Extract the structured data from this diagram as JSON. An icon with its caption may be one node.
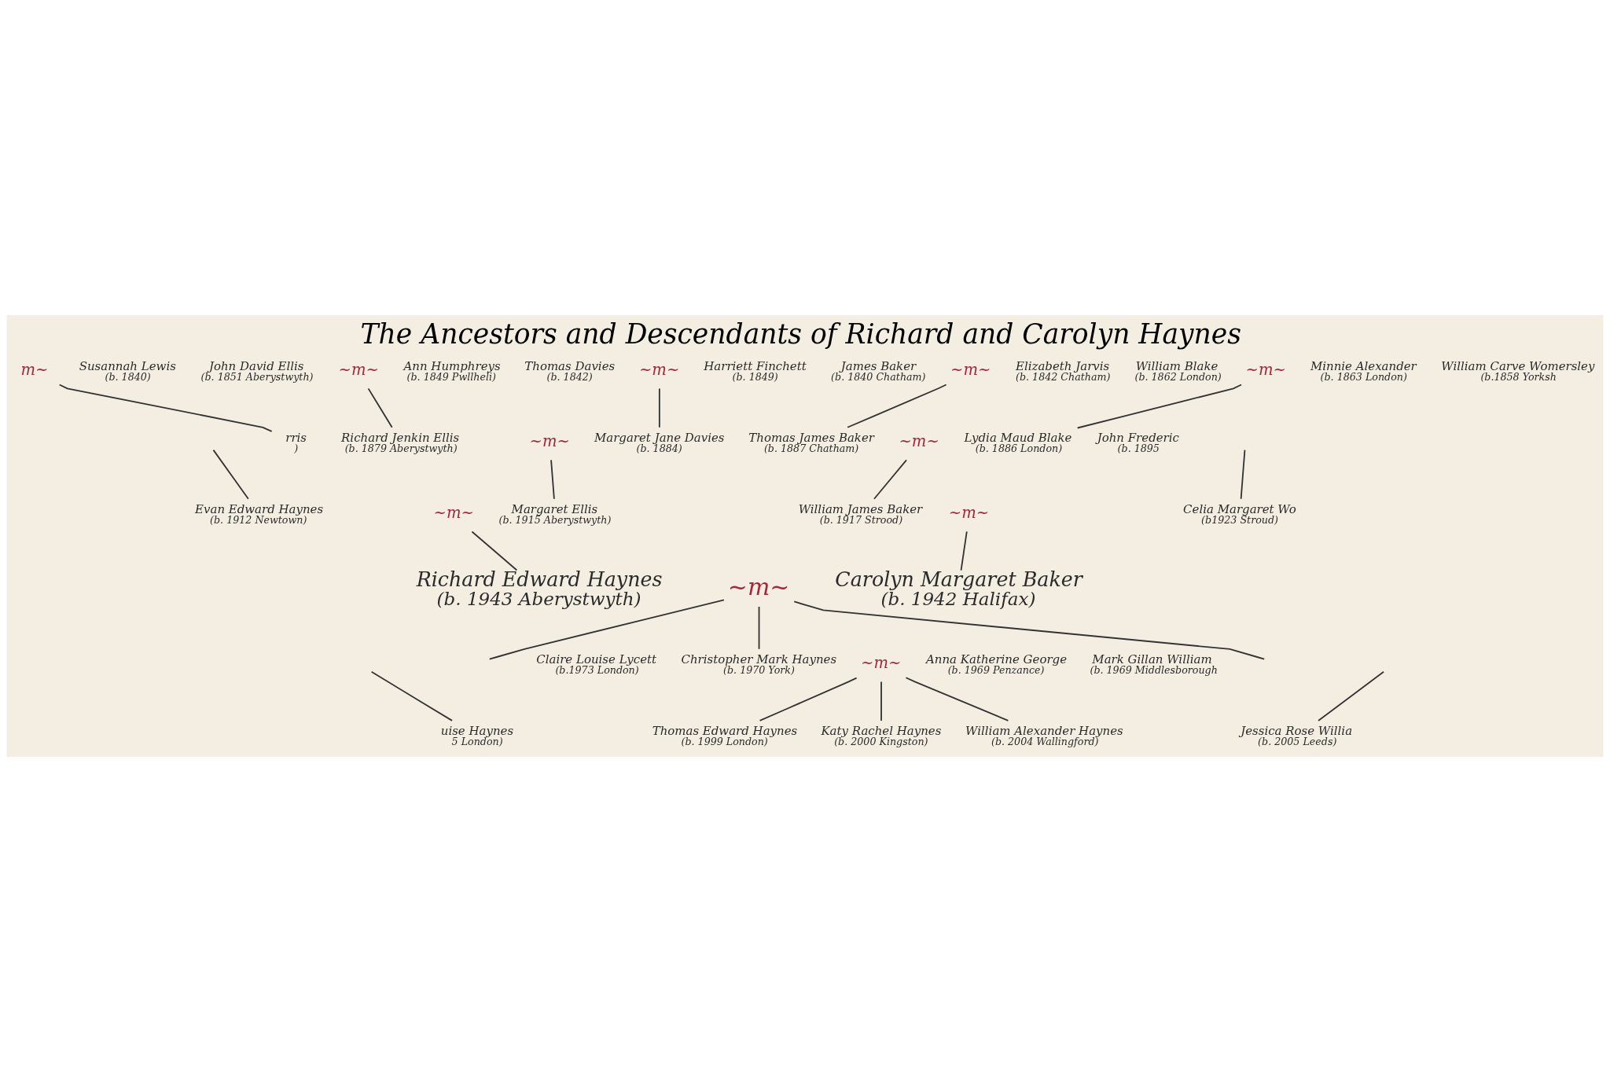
{
  "diagram": {
    "title": "The Ancestors and Descendants of Richard and Carolyn Haynes",
    "nodes": [
      {
        "text": [
          "m~"
        ]
      },
      {
        "text": [
          "Susannah Lewis",
          "(b. 1840)"
        ]
      },
      {
        "text": [
          "John David Ellis",
          "(b. 1851 Aberystwyth)"
        ]
      },
      {
        "text": [
          "~m~"
        ]
      },
      {
        "text": [
          "Ann Humphreys",
          "(b. 1849 Pwllheli)"
        ]
      },
      {
        "text": [
          "Thomas Davies",
          "(b. 1842)"
        ]
      },
      {
        "text": [
          "~m~"
        ]
      },
      {
        "text": [
          "Harriett Finchett",
          "(b. 1849)"
        ]
      },
      {
        "text": [
          "James Baker",
          "(b. 1840 Chatham)"
        ]
      },
      {
        "text": [
          "~m~"
        ]
      },
      {
        "text": [
          "Elizabeth Jarvis",
          "(b. 1842 Chatham)"
        ]
      },
      {
        "text": [
          "William Blake",
          "(b. 1862 London)"
        ]
      },
      {
        "text": [
          "~m~"
        ]
      },
      {
        "text": [
          "Minnie Alexander",
          "(b. 1863 London)"
        ]
      },
      {
        "text": [
          "William Carve Womersley",
          "(b.1858 Yorksh"
        ]
      },
      {
        "text": [
          "rris",
          ")"
        ]
      },
      {
        "text": [
          "Richard Jenkin Ellis",
          "(b. 1879 Aberystwyth)"
        ]
      },
      {
        "text": [
          "~m~"
        ]
      },
      {
        "text": [
          "Margaret Jane Davies",
          "(b. 1884)"
        ]
      },
      {
        "text": [
          "Thomas James Baker",
          "(b. 1887 Chatham)"
        ]
      },
      {
        "text": [
          "~m~"
        ]
      },
      {
        "text": [
          "Lydia Maud Blake",
          "(b. 1886 London)"
        ]
      },
      {
        "text": [
          "John Frederic",
          "(b. 1895"
        ]
      },
      {
        "text": [
          "Evan Edward Haynes",
          "(b. 1912 Newtown)"
        ]
      },
      {
        "text": [
          "~m~"
        ]
      },
      {
        "text": [
          "Margaret Ellis",
          "(b. 1915 Aberystwyth)"
        ]
      },
      {
        "text": [
          "William James Baker",
          "(b. 1917 Strood)"
        ]
      },
      {
        "text": [
          "~m~"
        ]
      },
      {
        "text": [
          "Celia Margaret Wo",
          "(b1923 Stroud)"
        ]
      },
      {
        "text": [
          "Richard Edward Haynes",
          "(b. 1943 Aberystwyth)"
        ]
      },
      {
        "text": [
          "~m~"
        ]
      },
      {
        "text": [
          "Carolyn Margaret Baker",
          "(b. 1942 Halifax)"
        ]
      },
      {
        "text": [
          "Claire Louise Lycett",
          "(b.1973 London)"
        ]
      },
      {
        "text": [
          "Christopher Mark Haynes",
          "(b. 1970 York)"
        ]
      },
      {
        "text": [
          "~m~"
        ]
      },
      {
        "text": [
          "Anna Katherine George",
          "(b. 1969 Penzance)"
        ]
      },
      {
        "text": [
          "Mark Gillan William",
          "(b. 1969 Middlesborough"
        ]
      },
      {
        "text": [
          "uise Haynes",
          "5 London)"
        ]
      },
      {
        "text": [
          "Thomas Edward Haynes",
          "(b. 1999 London)"
        ]
      },
      {
        "text": [
          "Katy Rachel Haynes",
          "(b. 2000 Kingston)"
        ]
      },
      {
        "text": [
          "William Alexander Haynes",
          "(b. 2004 Wallingford)"
        ]
      },
      {
        "text": [
          "Jessica Rose Willia",
          "(b. 2005 Leeds)"
        ]
      }
    ],
    "edges": [
      {
        "from": 0,
        "to": 15,
        "arrow": "none"
      },
      {
        "from": 3,
        "to": 16,
        "arrow": "none"
      },
      {
        "from": 6,
        "to": 18,
        "arrow": "none"
      },
      {
        "from": 9,
        "to": 19,
        "arrow": "none"
      },
      {
        "from": 12,
        "to": 21,
        "arrow": "none"
      },
      {
        "from": null,
        "to": 23,
        "arrow": "none"
      },
      {
        "from": 17,
        "to": 25,
        "arrow": "none"
      },
      {
        "from": 20,
        "to": 26,
        "arrow": "none"
      },
      {
        "from": null,
        "to": 28,
        "arrow": "none"
      },
      {
        "from": 24,
        "to": 29,
        "arrow": "none"
      },
      {
        "from": 27,
        "to": 31,
        "arrow": "none"
      },
      {
        "from": 30,
        "to": null,
        "arrow": "none"
      },
      {
        "from": 30,
        "to": 33,
        "arrow": "none"
      },
      {
        "from": 30,
        "to": null,
        "arrow": "none"
      },
      {
        "from": null,
        "to": 37,
        "arrow": "none"
      },
      {
        "from": 34,
        "to": 38,
        "arrow": "none"
      },
      {
        "from": 34,
        "to": 39,
        "arrow": "none"
      },
      {
        "from": 34,
        "to": 40,
        "arrow": "none"
      },
      {
        "from": null,
        "to": 41,
        "arrow": "none"
      }
    ]
  }
}
